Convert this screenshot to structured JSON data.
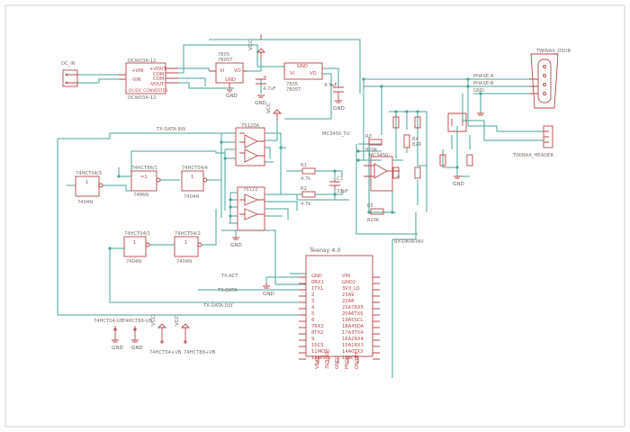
{
  "components": {
    "dc_in": {
      "name": "DC_IN"
    },
    "dcdc": {
      "name": "DCW03A-12",
      "value": "DCW03A-12",
      "label": "DC/DC CONVERTER",
      "pins": [
        "+VIN",
        "-VIN",
        "+VOUT",
        "COM",
        "COM",
        "-VOUT"
      ]
    },
    "reg1": {
      "name": "7805",
      "value": "7805T",
      "pins": [
        "VI",
        "VO",
        "GND"
      ]
    },
    "reg2": {
      "name": "7805",
      "value": "7805T",
      "pins": [
        "VI",
        "VO",
        "GND"
      ]
    },
    "c_reg": {
      "value": "4.7uF"
    },
    "c_out": {
      "value": "4.7uF"
    },
    "twinax_dsub": {
      "name": "TWINAX_DSUB"
    },
    "twinax_header": {
      "name": "TWINAX_HEADER"
    },
    "u74hc04_3": {
      "name": "74HCT04/3",
      "value": "7404N",
      "sym": "1"
    },
    "u74hc86_1": {
      "name": "74HCT86/1",
      "value": "7486N",
      "sym": "=1"
    },
    "u74hc04_4": {
      "name": "74HCT04/4",
      "value": "7404N",
      "sym": "1"
    },
    "u74hc04_1": {
      "name": "74HCT04/1",
      "value": "7404N",
      "sym": "1"
    },
    "u74hc04_2": {
      "name": "74HCT04/2",
      "value": "7404N",
      "sym": "1"
    },
    "u75120": {
      "name": "75120A",
      "value": ""
    },
    "u75122": {
      "name": "75122",
      "value": ""
    },
    "u_mc3": {
      "name": "MC3450",
      "value": ""
    },
    "r1": {
      "name": "R1",
      "value": "4.7k"
    },
    "r2": {
      "name": "R2",
      "value": "4.7k"
    },
    "r3": {
      "name": "R3",
      "value": "820K"
    },
    "r4": {
      "name": "R4",
      "value": "82R"
    },
    "r5": {
      "name": "R5",
      "value": "820K"
    },
    "c3": {
      "name": "C3",
      "value": "33pF"
    },
    "teensy": {
      "name": "Teensy 4.0",
      "left_pins": [
        "GND",
        "0RX1",
        "1TX1",
        "2",
        "3",
        "4",
        "5",
        "6",
        "7RX2",
        "8TX2",
        "9",
        "10CS",
        "11MOSI",
        "12MISO"
      ],
      "right_pins": [
        "VIN",
        "GND2",
        "3V3_LO",
        "23A9",
        "22A8",
        "21A7RX5",
        "20A6TX5",
        "19A5SCL",
        "18A4SDA",
        "17A3TX4",
        "16A2RX4",
        "15A1RX3",
        "14A0TX3",
        "13SCK"
      ],
      "bottom_pins": [
        "VBAT",
        "3V3_LO",
        "GND3",
        "PROG",
        "ON/OFF"
      ]
    }
  },
  "nets": {
    "tx_data_inv": "TX-DATA-INV",
    "phase_a": "PHASE-A",
    "phase_b": "PHASE-B",
    "gnd": "GND",
    "mc3450_5v": "MC3450_5V",
    "rx_data_inv": "RX-DATA-INV",
    "tx_act": "TX-ACT",
    "tx_data": "TX-DATA",
    "tx_data_dly": "TX-DATA-DLY"
  },
  "power_labels": {
    "vcc": "VCC",
    "hc04_vb": "74HCT04+VB",
    "hc86_vb": "74HCT86+VB",
    "hc04_ub": "74HCT04-UB",
    "hc86_ub": "74HCT86-UB"
  }
}
